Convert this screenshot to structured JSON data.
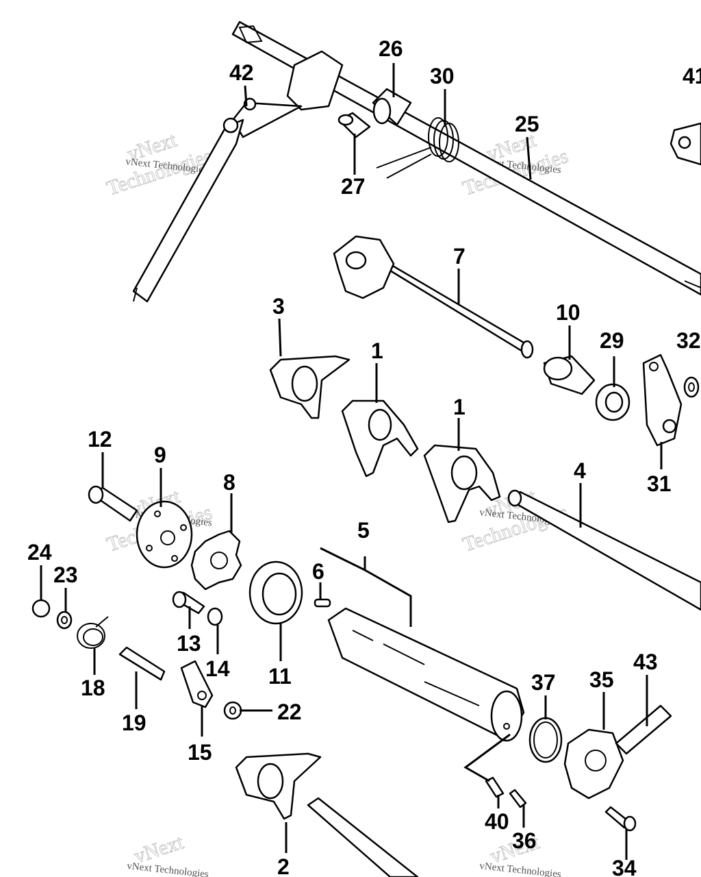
{
  "labels": {
    "p1a": "1",
    "p1b": "1",
    "p2": "2",
    "p3": "3",
    "p4": "4",
    "p5": "5",
    "p6": "6",
    "p7": "7",
    "p8": "8",
    "p9": "9",
    "p10": "10",
    "p11": "11",
    "p12": "12",
    "p13": "13",
    "p14": "14",
    "p15": "15",
    "p18": "18",
    "p19": "19",
    "p22": "22",
    "p23": "23",
    "p24": "24",
    "p25": "25",
    "p26": "26",
    "p27": "27",
    "p29": "29",
    "p30": "30",
    "p31": "31",
    "p32": "32",
    "p34": "34",
    "p35": "35",
    "p36": "36",
    "p37": "37",
    "p40": "40",
    "p41": "41",
    "p42": "42",
    "p43": "43"
  },
  "watermark": {
    "small": "vNext Technologies",
    "big_line1": "vNext",
    "big_line2": "Technologies"
  }
}
